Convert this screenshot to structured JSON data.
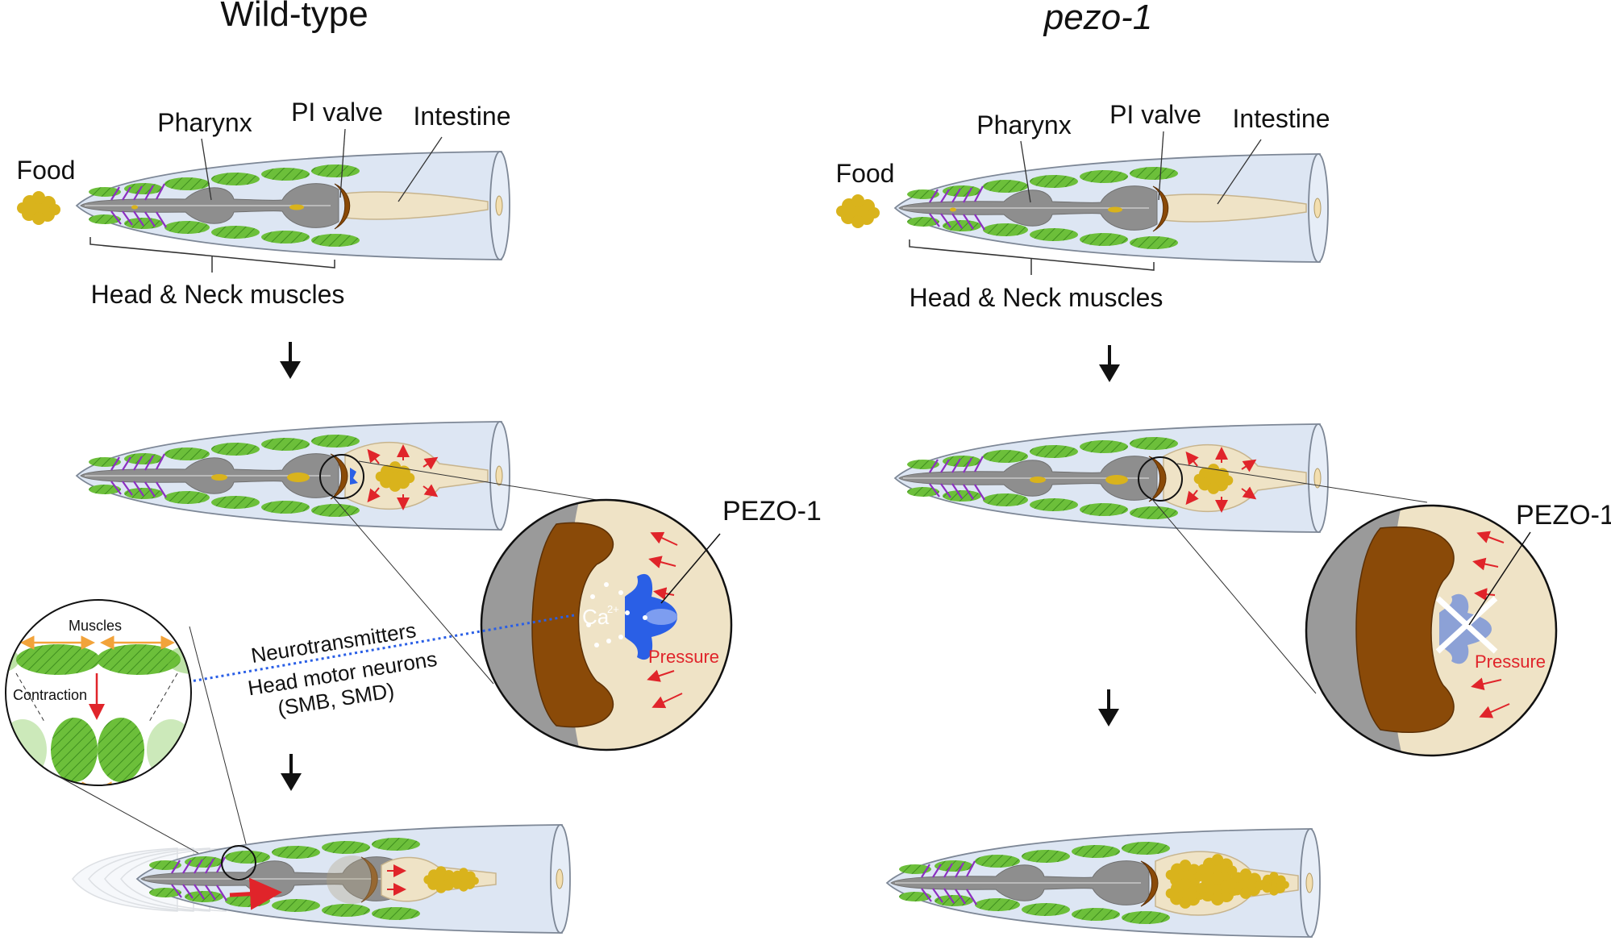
{
  "panels": {
    "left_title": "Wild-type",
    "right_title": "pezo-1"
  },
  "labels": {
    "food": "Food",
    "pharynx": "Pharynx",
    "pi_valve": "PI valve",
    "intestine": "Intestine",
    "head_neck_muscles": "Head & Neck muscles",
    "pezo1": "PEZO-1",
    "pressure": "Pressure",
    "ca": "Ca",
    "ca_sup": "2+",
    "neurotransmitters": "Neurotransmitters",
    "head_motor_neurons": "Head motor neurons",
    "neuron_types": "(SMB, SMD)",
    "muscles": "Muscles",
    "contraction": "Contraction"
  },
  "colors": {
    "pharynx_gray": "#8e8e8e",
    "valve_brown": "#8a4a08",
    "intestine_beige": "#efe3c6",
    "muscle_green": "#6cbf3a",
    "food_yellow": "#d9b31c",
    "pezo_blue": "#2a5fe6",
    "arrow_red": "#e0242a",
    "body_blue": "#dbe4f1"
  }
}
